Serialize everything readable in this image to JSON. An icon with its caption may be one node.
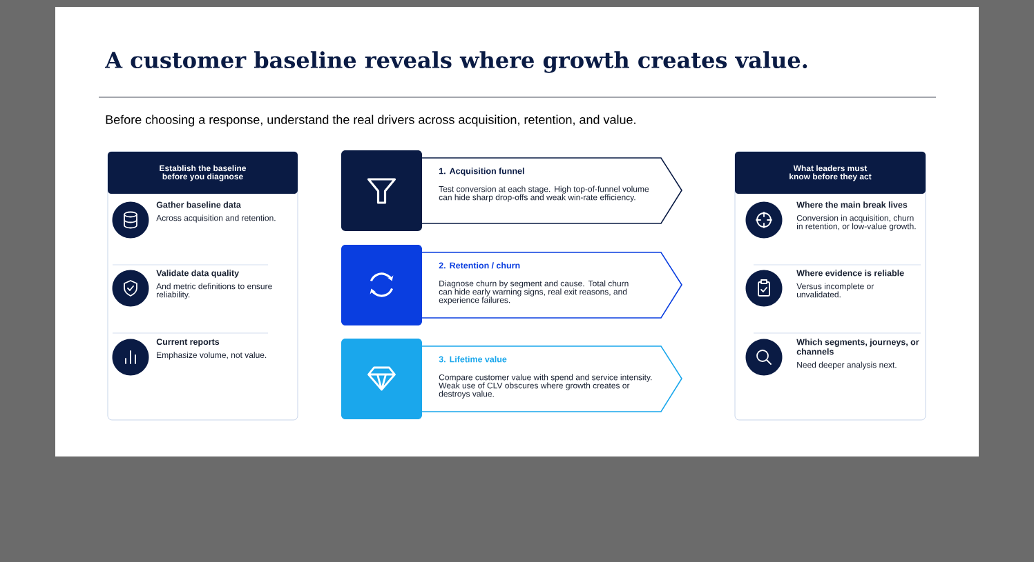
{
  "diagram": {
    "title": "A customer baseline reveals where growth creates value.",
    "nodes": [
      {
        "text": [
          "Establish the baseline before you diagnose"
        ]
      },
      {
        "text": [
          "Gather baseline data",
          "Across acquisition and retention."
        ],
        "in": 0
      },
      {
        "text": [
          "Validate data quality",
          "And metric definitions to ensure reliability."
        ],
        "in": 0
      },
      {
        "text": [
          "Current reports",
          "Emphasize volume, not value."
        ],
        "in": 0
      },
      {
        "text": [
          "1. Acquisition funnel",
          "Test conversion at each stage. High top-of-funnel volume can hide sharp drop-offs and weak win-rate efficiency."
        ]
      },
      {
        "text": [
          "2. Retention / churn",
          "Diagnose churn by segment and cause. Total churn can hide early warning signs, real exit reasons, and experience failures."
        ]
      },
      {
        "text": [
          "3. Lifetime value",
          "Compare customer value with spend and service intensity. Weak use of CLV obscures where growth creates or destroys value."
        ]
      },
      {
        "text": [
          "What leaders must know before they act"
        ]
      },
      {
        "text": [
          "Where the main break lives",
          "Conversion in acquisition, churn in retention, or low-value growth."
        ],
        "in": 7
      },
      {
        "text": [
          "Where evidence is reliable",
          "Versus incomplete or unvalidated."
        ],
        "in": 7
      },
      {
        "text": [
          "Which segments, journeys, or channels",
          "Need deeper analysis next."
        ],
        "in": 7
      }
    ],
    "labels": [
      "Before choosing a response, understand the real drivers across acquisition, retention, and value."
    ]
  }
}
